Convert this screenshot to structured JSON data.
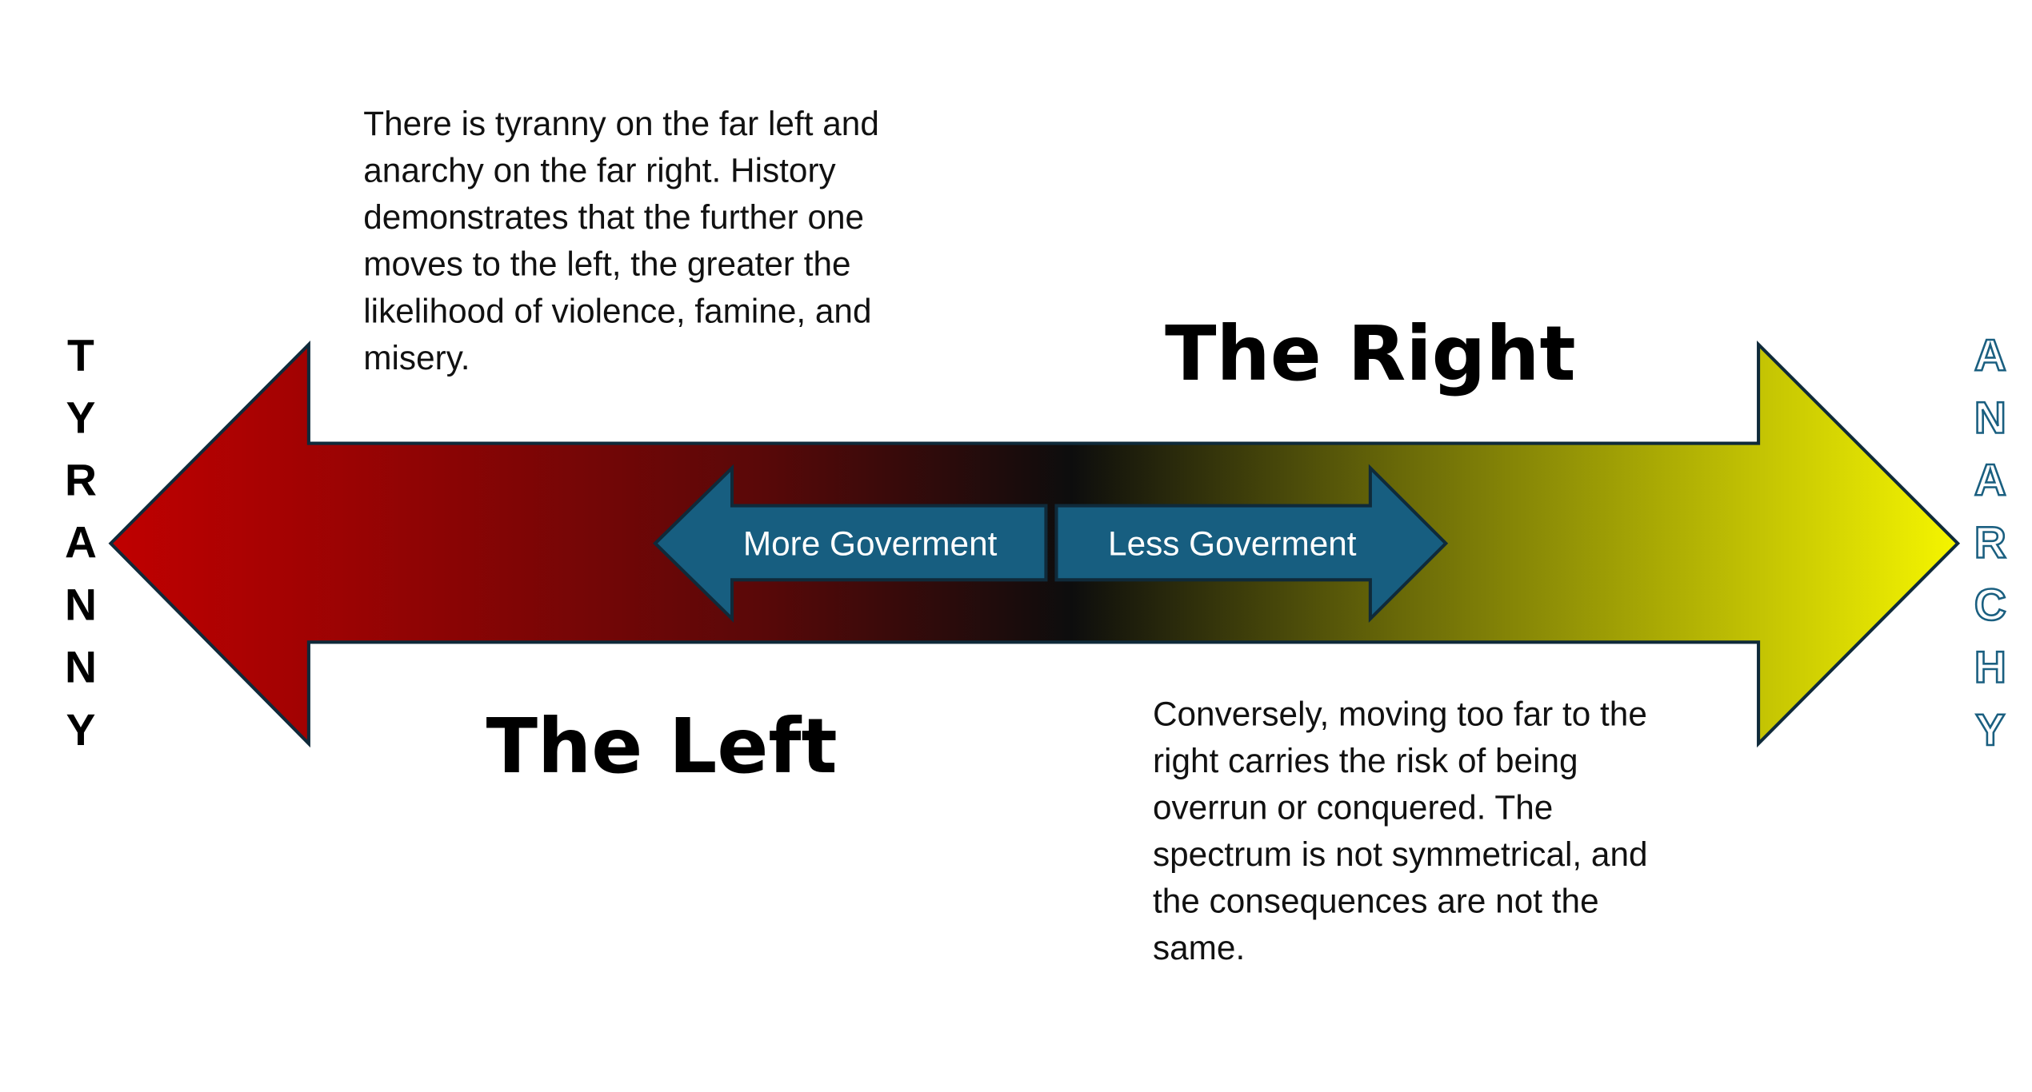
{
  "top_paragraph": [
    "There is tyranny on the far left and",
    "anarchy on the far right. History",
    "demonstrates that the further one",
    "moves to the left, the greater the",
    "likelihood of violence, famine, and",
    "misery."
  ],
  "bottom_paragraph": [
    "Conversely, moving too far to the",
    "right carries the risk of being",
    "overrun or conquered. The",
    "spectrum is not symmetrical, and",
    "the consequences are not the",
    "same."
  ],
  "label_right": "The Right",
  "label_left": "The Left",
  "more_government": "More Goverment",
  "less_government": "Less Goverment",
  "tyranny_letters": [
    "T",
    "Y",
    "R",
    "A",
    "N",
    "N",
    "Y"
  ],
  "anarchy_letters": [
    "A",
    "N",
    "A",
    "R",
    "C",
    "H",
    "Y"
  ],
  "colors": {
    "left_end": "#c00000",
    "middle": "#0d0d0d",
    "right_end": "#f5f500",
    "inner_arrows": "#175e80",
    "outline": "#0f2a3a"
  }
}
